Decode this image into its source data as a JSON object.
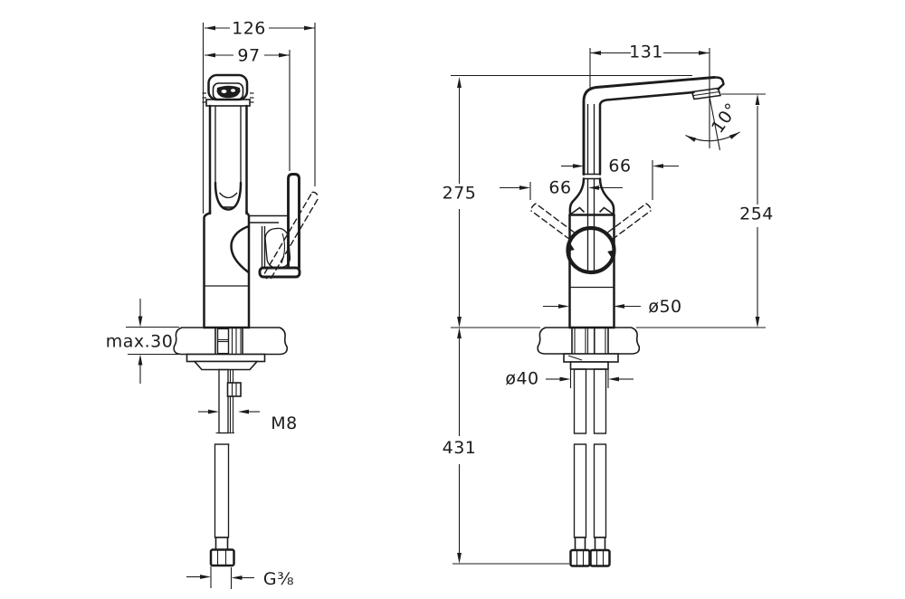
{
  "page": {
    "background": "#ffffff",
    "line_color": "#1c1c1c"
  },
  "drawing": {
    "kind": "technical dimension drawing",
    "subject": "single-lever tall faucet, two orthographic views with installation parts",
    "views": [
      {
        "name": "side-view"
      },
      {
        "name": "front-view"
      }
    ]
  },
  "labels": {
    "dim_126": "126",
    "dim_97": "97",
    "dim_max30": "max.30",
    "dim_m8": "M8",
    "dim_g38": "G⅜",
    "dim_131": "131",
    "dim_275": "275",
    "dim_254": "254",
    "dim_431": "431",
    "dim_66_upper": "66",
    "dim_66_lower": "66",
    "dim_d50": "ø50",
    "dim_d40": "ø40",
    "dim_angle": "10°"
  }
}
